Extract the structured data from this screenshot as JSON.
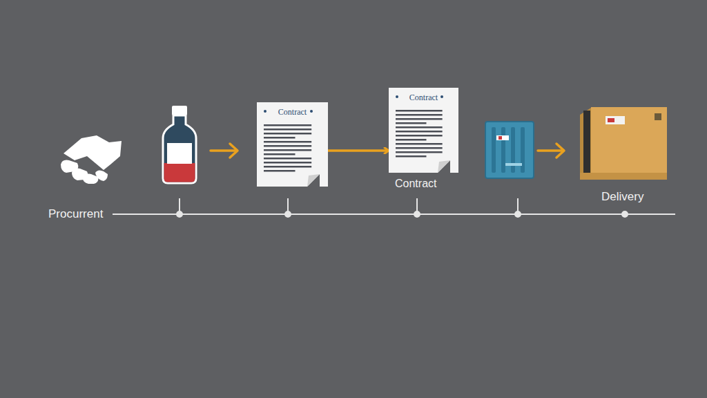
{
  "diagram": {
    "nodes": [
      {
        "text": [
          "Contract"
        ]
      },
      {
        "text": [
          "Contract"
        ]
      }
    ],
    "edges": [
      {
        "from": 0,
        "to": 1,
        "arrow": "to"
      }
    ],
    "labels": [
      "Procurrent",
      "Contract",
      "Delivery"
    ]
  }
}
